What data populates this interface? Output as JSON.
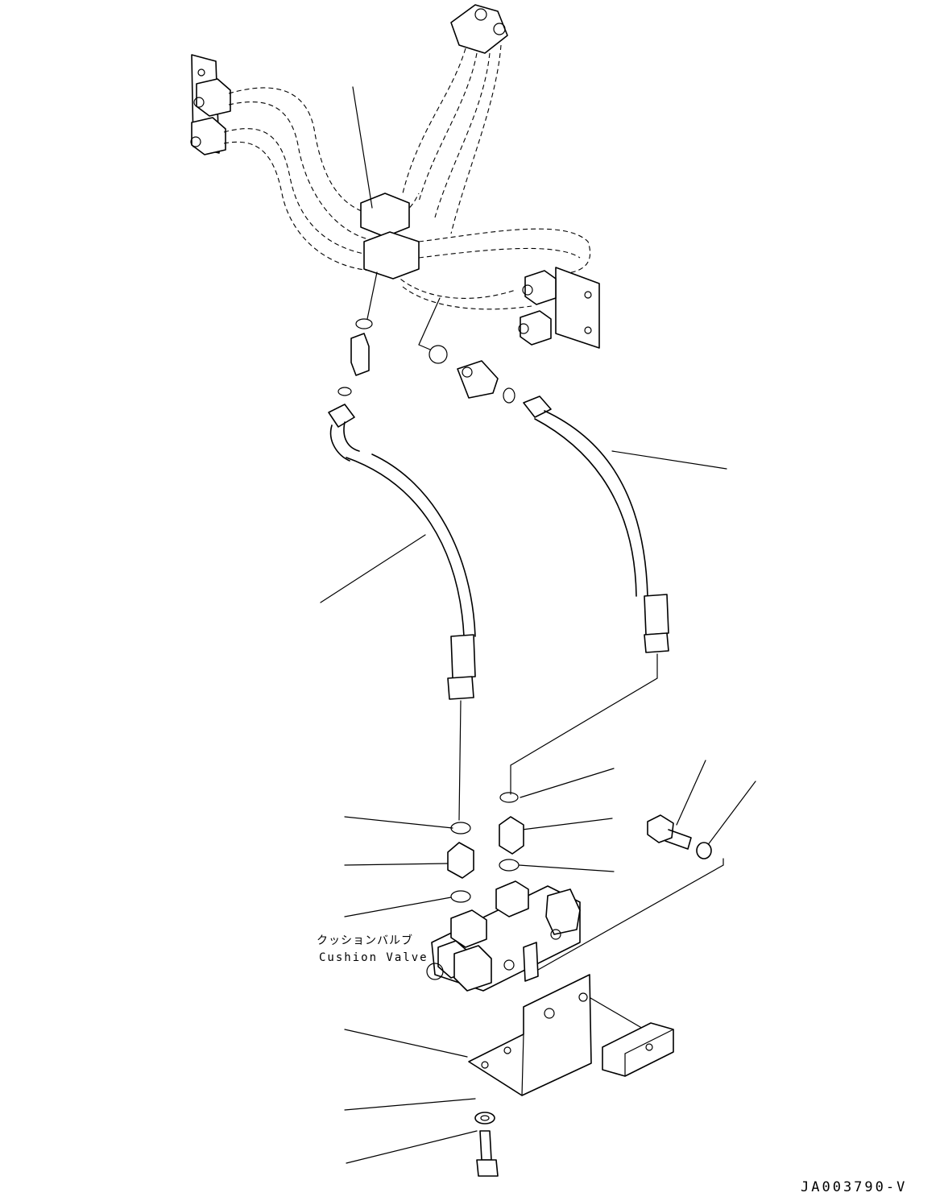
{
  "labels": {
    "component_jp": "クッションバルブ",
    "component_en": "Cushion Valve"
  },
  "drawing_number": "JA003790-V",
  "colors": {
    "line": "#000000",
    "background": "#ffffff"
  }
}
